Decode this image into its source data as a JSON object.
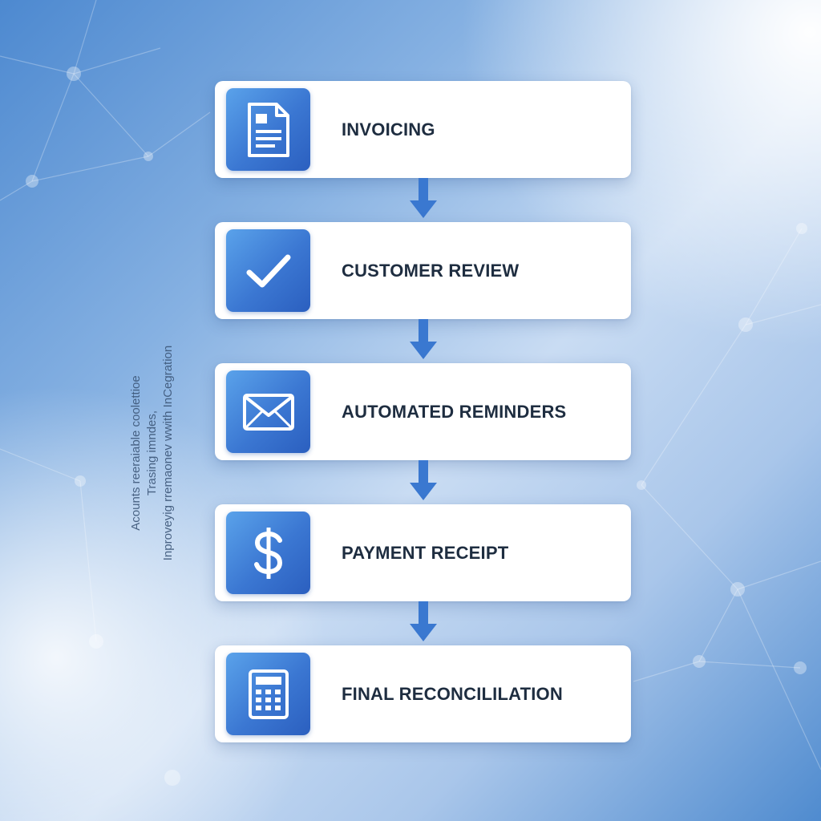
{
  "diagram": {
    "side_note": {
      "lines": [
        "Acounts reeraiable coolettioe",
        "Trasing imndes,",
        "Inproveyig rremaonev wwith InCegration"
      ]
    },
    "steps": [
      {
        "label": "INVOICING",
        "icon": "document-icon"
      },
      {
        "label": "CUSTOMER REVIEW",
        "icon": "checkmark-icon"
      },
      {
        "label": "AUTOMATED REMINDERS",
        "icon": "envelope-icon"
      },
      {
        "label": "PAYMENT RECEIPT",
        "icon": "dollar-icon"
      },
      {
        "label": "FINAL RECONCILILATION",
        "icon": "calculator-icon"
      }
    ],
    "colors": {
      "accent": "#3b77d2",
      "arrow": "#3a78d0",
      "label_text": "#1e2d40",
      "card": "#ffffff"
    }
  }
}
